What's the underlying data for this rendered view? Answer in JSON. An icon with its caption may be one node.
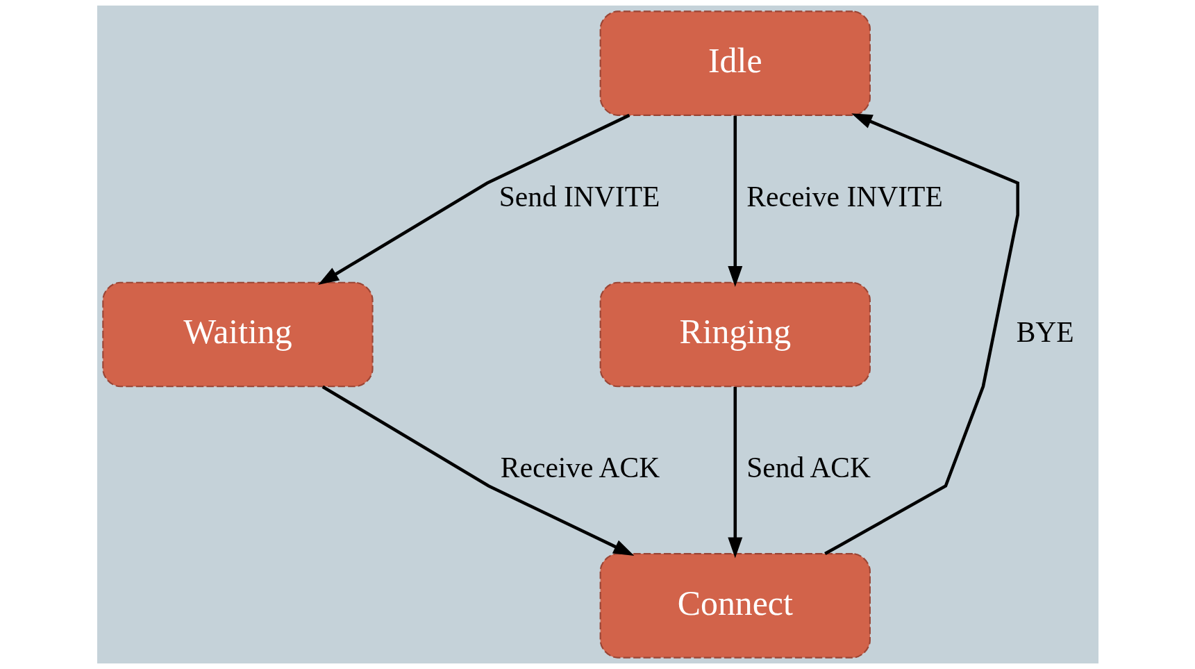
{
  "diagram": {
    "nodes": [
      {
        "text": [
          "Idle"
        ]
      },
      {
        "text": [
          "Waiting"
        ]
      },
      {
        "text": [
          "Ringing"
        ]
      },
      {
        "text": [
          "Connect"
        ]
      }
    ],
    "edges": [
      {
        "from": 0,
        "to": 1,
        "arrow": "to",
        "label": "Send INVITE"
      },
      {
        "from": 0,
        "to": 2,
        "arrow": "to",
        "label": "Receive INVITE"
      },
      {
        "from": 1,
        "to": 3,
        "arrow": "to",
        "label": "Receive ACK"
      },
      {
        "from": 2,
        "to": 3,
        "arrow": "to",
        "label": "Send ACK"
      },
      {
        "from": 3,
        "to": 0,
        "arrow": "to",
        "label": "BYE"
      }
    ]
  }
}
